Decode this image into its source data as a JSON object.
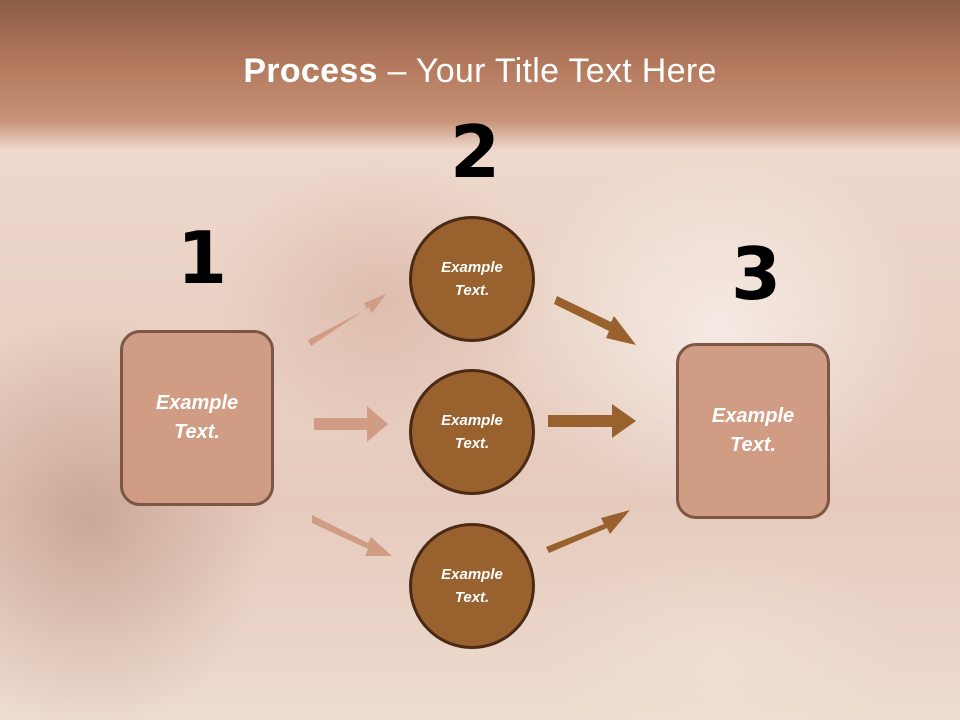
{
  "title": {
    "bold": "Process",
    "rest": " – Your Title Text Here"
  },
  "steps": [
    {
      "number": "1",
      "label": "Example\nText."
    },
    {
      "number": "2",
      "label": "Example\nText."
    },
    {
      "number": "3",
      "label": "Example\nText."
    }
  ],
  "circles": [
    {
      "label": "Example\nText."
    },
    {
      "label": "Example\nText."
    },
    {
      "label": "Example\nText."
    }
  ],
  "colors": {
    "box_fill": "#d19c84",
    "box_border": "#7e5646",
    "circle_fill": "#98612e",
    "circle_border": "#4a2a15",
    "arrow_left": "#d19c84",
    "arrow_right": "#98612e"
  }
}
